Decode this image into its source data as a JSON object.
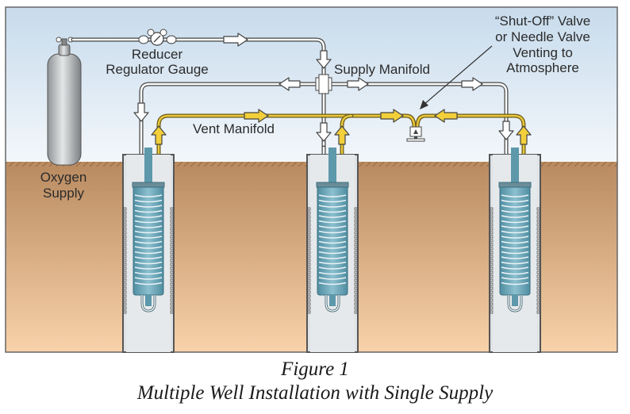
{
  "figure": {
    "caption_number": "Figure 1",
    "caption_title": "Multiple Well Installation with Single Supply"
  },
  "labels": {
    "reducer_line1": "Reducer",
    "reducer_line2": "Regulator Gauge",
    "supply_manifold": "Supply Manifold",
    "vent_manifold": "Vent Manifold",
    "valve_line1": "“Shut-Off” Valve",
    "valve_line2": "or Needle Valve",
    "valve_line3": "Venting to",
    "valve_line4": "Atmosphere",
    "oxygen_line1": "Oxygen",
    "oxygen_line2": "Supply"
  },
  "wells": [
    {
      "id": "well-1"
    },
    {
      "id": "well-2"
    },
    {
      "id": "well-3"
    }
  ],
  "colors": {
    "sky_top": "#c9dced",
    "sky_bottom": "#f2f6fa",
    "soil_top": "#b98a60",
    "soil_bottom": "#f7d0a8",
    "vent_line": "#e7c63a",
    "supply_line": "#ffffff",
    "reactor": "#5d98ab",
    "casing": "#dfe3e6"
  }
}
